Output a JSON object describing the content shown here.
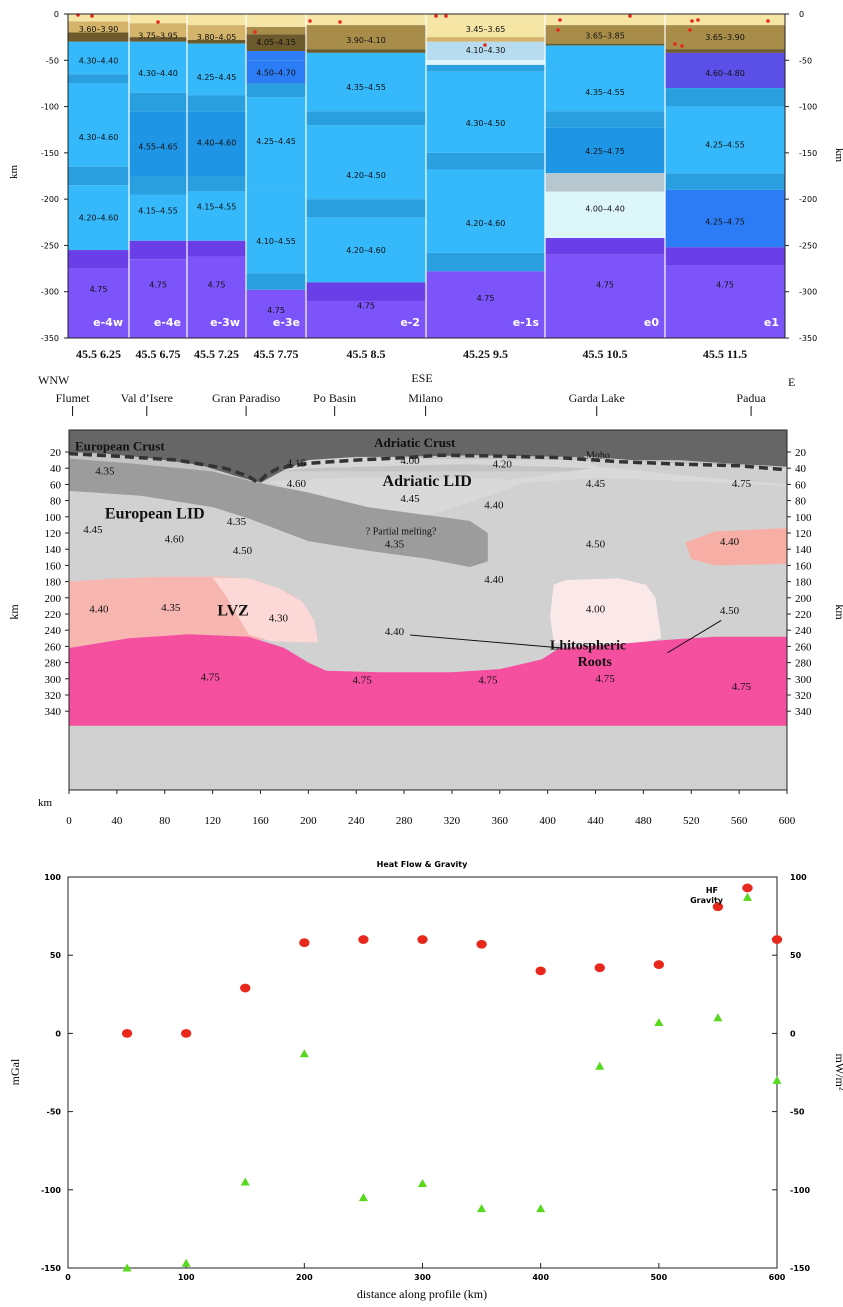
{
  "panel_a": {
    "ylabel_left": "km",
    "ylabel_right": "km",
    "yticks": [
      "0",
      "-50",
      "-100",
      "-150",
      "-200",
      "-250",
      "-300",
      "-350"
    ],
    "ylim": [
      -350,
      0
    ],
    "columns": [
      {
        "id": "e-4w",
        "coords": "45.5 6.25",
        "labels": [
          [
            "3.60–3.90",
            -16
          ],
          [
            "4.30–4.40",
            -50
          ],
          [
            "4.30–4.60",
            -133
          ],
          [
            "4.20–4.60",
            -220
          ],
          [
            "4.75",
            -297
          ]
        ]
      },
      {
        "id": "e-4e",
        "coords": "45.5 6.75",
        "labels": [
          [
            "3.75–3.95",
            -23
          ],
          [
            "4.30–4.40",
            -64
          ],
          [
            "4.55–4.65",
            -143
          ],
          [
            "4.15–4.55",
            -212
          ],
          [
            "4.75",
            -292
          ]
        ]
      },
      {
        "id": "e-3w",
        "coords": "45.5 7.25",
        "labels": [
          [
            "3.80–4.05",
            -25
          ],
          [
            "4.25–4.45",
            -68
          ],
          [
            "4.40–4.60",
            -139
          ],
          [
            "4.15–4.55",
            -208
          ],
          [
            "4.75",
            -292
          ]
        ]
      },
      {
        "id": "e-3e",
        "coords": "45.5 7.75",
        "labels": [
          [
            "4.05–4.15",
            -30
          ],
          [
            "4.50–4.70",
            -63
          ],
          [
            "4.25–4.45",
            -137
          ],
          [
            "4.10–4.55",
            -245
          ],
          [
            "4.75",
            -320
          ]
        ]
      },
      {
        "id": "e-2",
        "coords": "45.5 8.5",
        "labels": [
          [
            "3.90–4.10",
            -28
          ],
          [
            "4.35–4.55",
            -79
          ],
          [
            "4.20–4.50",
            -174
          ],
          [
            "4.20–4.60",
            -255
          ],
          [
            "4.75",
            -315
          ]
        ]
      },
      {
        "id": "e-1s",
        "coords": "45.25 9.5",
        "labels": [
          [
            "3.45–3.65",
            -16
          ],
          [
            "4.10–4.30",
            -39
          ],
          [
            "4.30–4.50",
            -118
          ],
          [
            "4.20–4.60",
            -226
          ],
          [
            "4.75",
            -307
          ]
        ]
      },
      {
        "id": "e0",
        "coords": "45.5 10.5",
        "labels": [
          [
            "3.65–3.85",
            -23
          ],
          [
            "4.35–4.55",
            -84
          ],
          [
            "4.25–4.75",
            -148
          ],
          [
            "4.00–4.40",
            -210
          ],
          [
            "4.75",
            -292
          ]
        ]
      },
      {
        "id": "e1",
        "coords": "45.5 11.5",
        "labels": [
          [
            "3.65–3.90",
            -25
          ],
          [
            "4.60–4.80",
            -64
          ],
          [
            "4.25–4.55",
            -141
          ],
          [
            "4.25–4.75",
            -224
          ],
          [
            "4.75",
            -292
          ]
        ]
      }
    ]
  },
  "panel_b": {
    "header_left": "WNW",
    "header_mid": "ESE",
    "header_right": "E",
    "places": [
      {
        "name": "Flumet",
        "km": 3
      },
      {
        "name": "Val d’Isere",
        "km": 65
      },
      {
        "name": "Gran Paradiso",
        "km": 148
      },
      {
        "name": "Po Basin",
        "km": 222
      },
      {
        "name": "Milano",
        "km": 298
      },
      {
        "name": "Garda Lake",
        "km": 441
      },
      {
        "name": "Padua",
        "km": 570
      }
    ],
    "ylabel_left": "km",
    "ylabel_right": "km",
    "x_unit_label": "km",
    "xticks": [
      "0",
      "40",
      "80",
      "120",
      "160",
      "200",
      "240",
      "280",
      "320",
      "360",
      "400",
      "440",
      "480",
      "520",
      "560",
      "600"
    ],
    "yticks": [
      "20",
      "40",
      "60",
      "80",
      "100",
      "120",
      "140",
      "160",
      "180",
      "200",
      "220",
      "240",
      "260",
      "280",
      "300",
      "320",
      "340"
    ],
    "region_labels": [
      {
        "text": "European Crust",
        "km": 5,
        "depth": 18,
        "size": "med"
      },
      {
        "text": "Adriatic Crust",
        "km": 255,
        "depth": 14,
        "size": "med"
      },
      {
        "text": "Moho",
        "km": 432,
        "depth": 28,
        "size": "small"
      },
      {
        "text": "Adriatic LID",
        "km": 262,
        "depth": 62,
        "size": "big"
      },
      {
        "text": "European LID",
        "km": 30,
        "depth": 102,
        "size": "big"
      },
      {
        "text": "? Partial melting?",
        "km": 248,
        "depth": 122,
        "size": "small"
      },
      {
        "text": "LVZ",
        "km": 124,
        "depth": 222,
        "size": "big"
      },
      {
        "text": "Lhitospheric",
        "km": 402,
        "depth": 264,
        "size": "mbig"
      },
      {
        "text": "Roots",
        "km": 425,
        "depth": 284,
        "size": "mbig"
      }
    ],
    "velocities": [
      {
        "v": "4.35",
        "km": 30,
        "depth": 48
      },
      {
        "v": "4.15",
        "km": 190,
        "depth": 38
      },
      {
        "v": "4.60",
        "km": 190,
        "depth": 63
      },
      {
        "v": "4.00",
        "km": 285,
        "depth": 35
      },
      {
        "v": "4.20",
        "km": 362,
        "depth": 39
      },
      {
        "v": "4.45",
        "km": 285,
        "depth": 82
      },
      {
        "v": "4.45",
        "km": 440,
        "depth": 63
      },
      {
        "v": "4.75",
        "km": 562,
        "depth": 63
      },
      {
        "v": "4.35",
        "km": 140,
        "depth": 110
      },
      {
        "v": "4.45",
        "km": 20,
        "depth": 120
      },
      {
        "v": "4.60",
        "km": 88,
        "depth": 132
      },
      {
        "v": "4.50",
        "km": 145,
        "depth": 146
      },
      {
        "v": "4.35",
        "km": 272,
        "depth": 138
      },
      {
        "v": "4.40",
        "km": 355,
        "depth": 90
      },
      {
        "v": "4.50",
        "km": 440,
        "depth": 138
      },
      {
        "v": "4.40",
        "km": 552,
        "depth": 135
      },
      {
        "v": "4.40",
        "km": 355,
        "depth": 182
      },
      {
        "v": "4.40",
        "km": 25,
        "depth": 218
      },
      {
        "v": "4.35",
        "km": 85,
        "depth": 216
      },
      {
        "v": "4.30",
        "km": 175,
        "depth": 229
      },
      {
        "v": "4.00",
        "km": 440,
        "depth": 218
      },
      {
        "v": "4.50",
        "km": 552,
        "depth": 220
      },
      {
        "v": "4.40",
        "km": 272,
        "depth": 246
      },
      {
        "v": "4.75",
        "km": 118,
        "depth": 302
      },
      {
        "v": "4.75",
        "km": 245,
        "depth": 306
      },
      {
        "v": "4.75",
        "km": 350,
        "depth": 306
      },
      {
        "v": "4.75",
        "km": 448,
        "depth": 304
      },
      {
        "v": "4.75",
        "km": 562,
        "depth": 314
      }
    ]
  },
  "chart_data": {
    "type": "scatter",
    "title": "Heat Flow & Gravity",
    "xlabel": "distance along profile (km)",
    "ylabel": "mGal",
    "ylabel_right": "mW/m²",
    "xlim": [
      0,
      600
    ],
    "ylim": [
      -150,
      100
    ],
    "xticks": [
      "0",
      "100",
      "200",
      "300",
      "400",
      "500",
      "600"
    ],
    "yticks": [
      "100",
      "50",
      "0",
      "-50",
      "-100",
      "-150"
    ],
    "legend": "top-right",
    "series": [
      {
        "name": "HF",
        "color": "#e8281c",
        "marker": "circle",
        "x": [
          50,
          100,
          150,
          200,
          250,
          300,
          350,
          400,
          450,
          500,
          550,
          575,
          600
        ],
        "y": [
          0,
          0,
          29,
          58,
          60,
          60,
          57,
          40,
          42,
          44,
          81,
          93,
          60
        ]
      },
      {
        "name": "Gravity",
        "color": "#56d81c",
        "marker": "triangle",
        "x": [
          50,
          100,
          150,
          200,
          250,
          300,
          350,
          400,
          450,
          500,
          550,
          575,
          600
        ],
        "y": [
          -150,
          -147,
          -95,
          -13,
          -105,
          -96,
          -112,
          -112,
          -21,
          7,
          10,
          87,
          -30
        ]
      }
    ]
  }
}
